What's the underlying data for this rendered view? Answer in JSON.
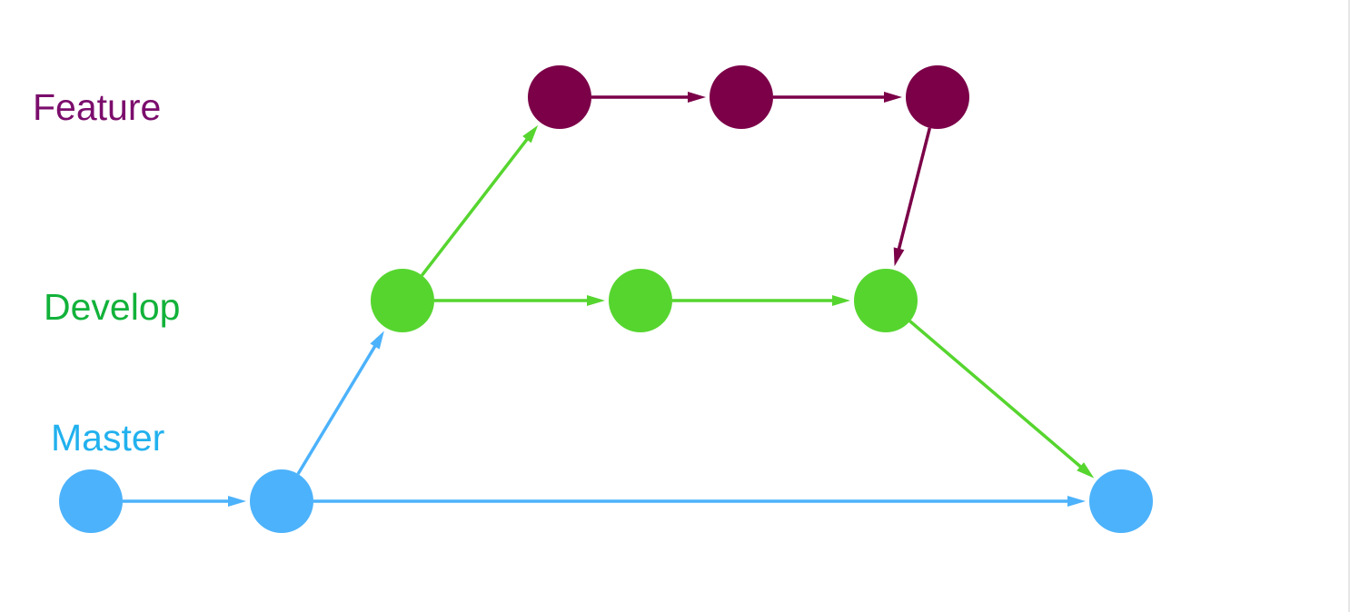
{
  "branches": [
    {
      "id": "feature",
      "label": "Feature",
      "color": "#7b0048"
    },
    {
      "id": "develop",
      "label": "Develop",
      "color": "#56d52f"
    },
    {
      "id": "master",
      "label": "Master",
      "color": "#4cb2fb"
    }
  ],
  "label_colors": {
    "feature": "#7b0d6c",
    "develop": "#12b23a",
    "master": "#22b1ee"
  },
  "commits": [
    {
      "id": "m1",
      "branch": "master"
    },
    {
      "id": "m2",
      "branch": "master"
    },
    {
      "id": "m3",
      "branch": "master"
    },
    {
      "id": "d1",
      "branch": "develop"
    },
    {
      "id": "d2",
      "branch": "develop"
    },
    {
      "id": "d3",
      "branch": "develop"
    },
    {
      "id": "f1",
      "branch": "feature"
    },
    {
      "id": "f2",
      "branch": "feature"
    },
    {
      "id": "f3",
      "branch": "feature"
    }
  ],
  "edges": [
    {
      "from": "m1",
      "to": "m2",
      "branch": "master"
    },
    {
      "from": "m2",
      "to": "m3",
      "branch": "master"
    },
    {
      "from": "m2",
      "to": "d1",
      "branch": "master"
    },
    {
      "from": "d1",
      "to": "d2",
      "branch": "develop"
    },
    {
      "from": "d2",
      "to": "d3",
      "branch": "develop"
    },
    {
      "from": "d1",
      "to": "f1",
      "branch": "develop"
    },
    {
      "from": "d3",
      "to": "m3",
      "branch": "develop"
    },
    {
      "from": "f1",
      "to": "f2",
      "branch": "feature"
    },
    {
      "from": "f2",
      "to": "f3",
      "branch": "feature"
    },
    {
      "from": "f3",
      "to": "d3",
      "branch": "feature"
    }
  ]
}
